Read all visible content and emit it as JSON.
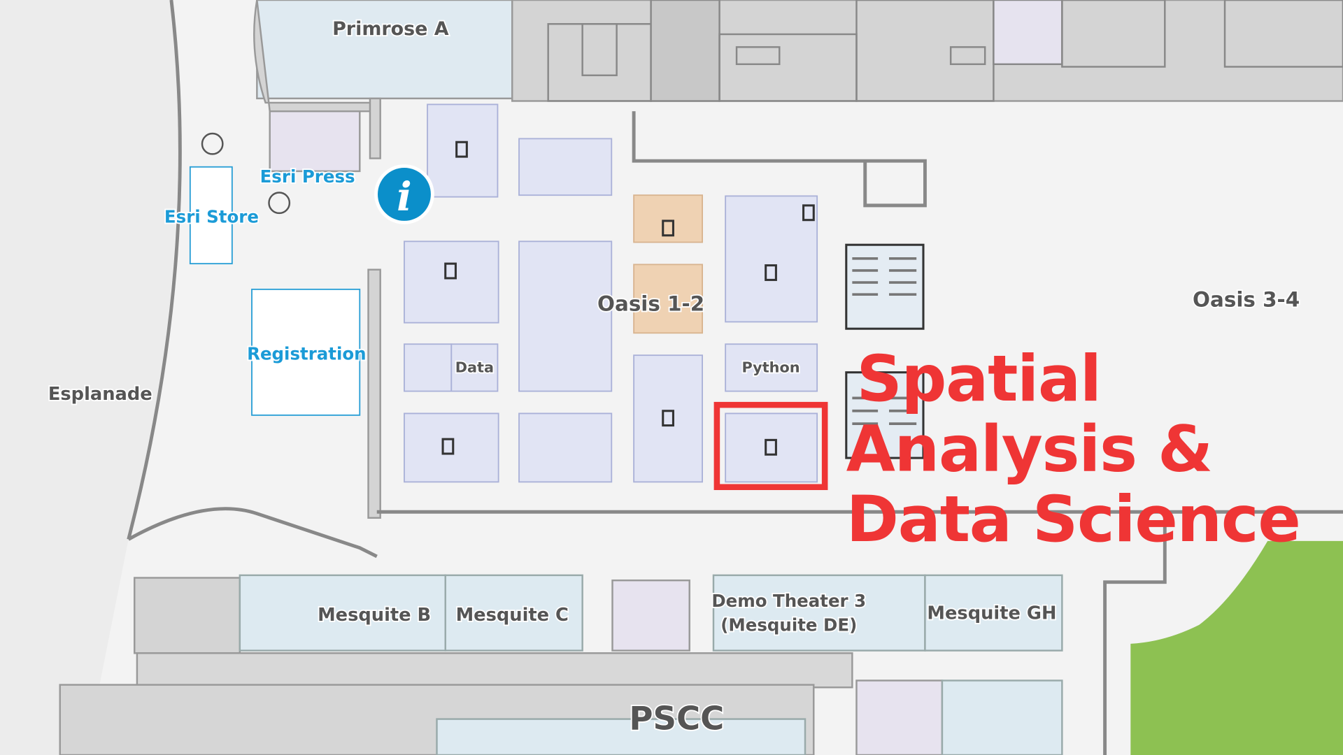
{
  "map": {
    "labels": {
      "primrose_a": "Primrose A",
      "esri_press": "Esri Press",
      "esri_store": "Esri Store",
      "registration": "Registration",
      "esplanade": "Esplanade",
      "oasis_1_2": "Oasis 1-2",
      "oasis_3_4": "Oasis 3-4",
      "data": "Data",
      "python": "Python",
      "mesquite_b": "Mesquite B",
      "mesquite_c": "Mesquite C",
      "demo_theater_line1": "Demo Theater 3",
      "demo_theater_line2": "(Mesquite DE)",
      "mesquite_gh": "Mesquite GH",
      "pscc": "PSCC"
    },
    "info_icon_glyph": "i",
    "highlight": {
      "line1": "Spatial",
      "line2": "Analysis &",
      "line3": "Data Science",
      "color": "#ef3535"
    },
    "colors": {
      "info": "#0b8fca",
      "label_blue": "#1b9bd7",
      "booth": "#e1e4f4",
      "booth_orange": "#efd2b3",
      "room": "#ddeaf1",
      "park": "#8dc152"
    }
  }
}
